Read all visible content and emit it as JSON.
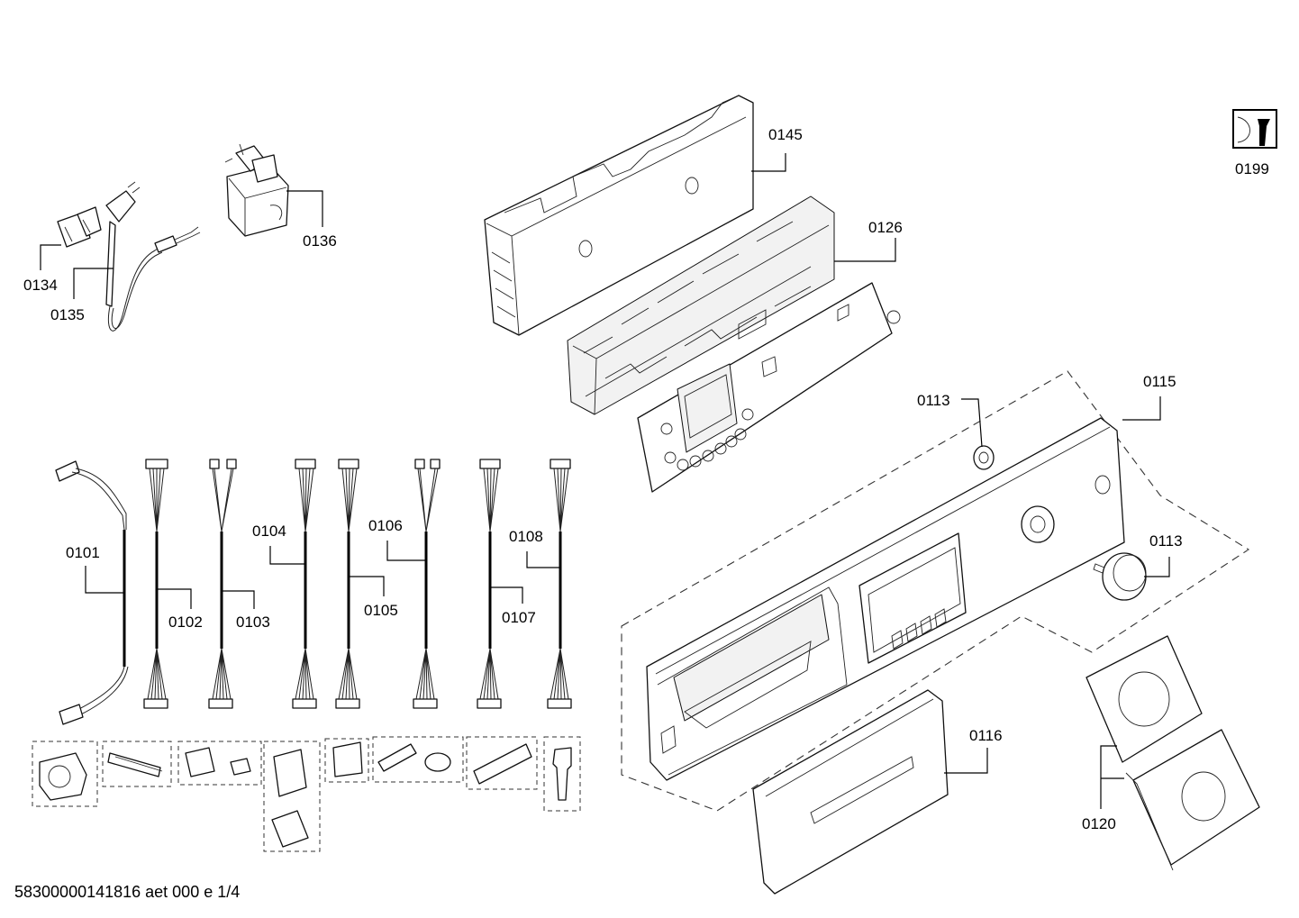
{
  "labels": {
    "p0101": "0101",
    "p0102": "0102",
    "p0103": "0103",
    "p0104": "0104",
    "p0105": "0105",
    "p0106": "0106",
    "p0107": "0107",
    "p0108": "0108",
    "p0113a": "0113",
    "p0113b": "0113",
    "p0115": "0115",
    "p0116": "0116",
    "p0120": "0120",
    "p0126": "0126",
    "p0134": "0134",
    "p0135": "0135",
    "p0136": "0136",
    "p0145": "0145",
    "p0199": "0199"
  },
  "footer": "58300000141816 aet 000 e 1/4",
  "icons": {
    "service": "wrench-service-icon"
  }
}
